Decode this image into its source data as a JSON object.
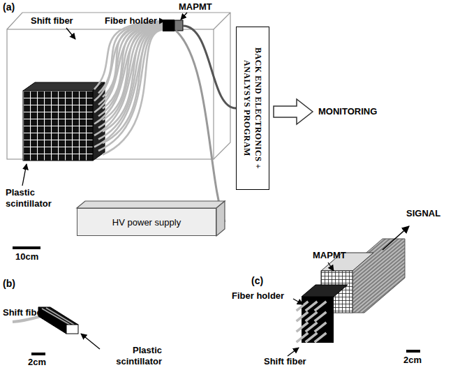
{
  "diagram": {
    "nodes": [
      {
        "text": [
          "BACK END ELECTRONICS + ANALYSYS PROGRAM"
        ]
      },
      {
        "text": [
          "HV power supply"
        ]
      }
    ],
    "labels": [
      "(a)",
      "Shift fiber",
      "Fiber holder",
      "MAPMT",
      "MONITORING",
      "Plastic scintillator",
      "10cm",
      "(b)",
      "Shift fiber",
      "2cm",
      "Plastic scintillator",
      "SIGNAL",
      "(c)",
      "MAPMT",
      "Fiber holder",
      "Shift fiber",
      "2cm"
    ]
  }
}
